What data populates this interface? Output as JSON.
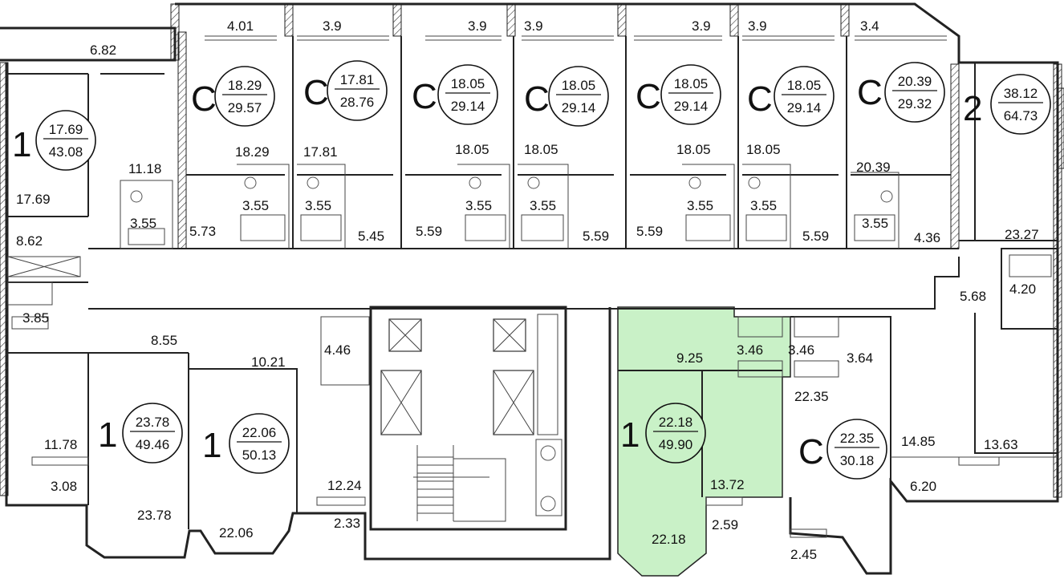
{
  "accent_color": "#c9f1c7",
  "units": [
    {
      "type": "C",
      "living": "18.29",
      "total": "29.57"
    },
    {
      "type": "C",
      "living": "17.81",
      "total": "28.76"
    },
    {
      "type": "C",
      "living": "18.05",
      "total": "29.14"
    },
    {
      "type": "C",
      "living": "18.05",
      "total": "29.14"
    },
    {
      "type": "C",
      "living": "18.05",
      "total": "29.14"
    },
    {
      "type": "C",
      "living": "18.05",
      "total": "29.14"
    },
    {
      "type": "C",
      "living": "20.39",
      "total": "29.32"
    },
    {
      "type": "2",
      "living": "38.12",
      "total": "64.73"
    },
    {
      "type": "1",
      "living": "17.69",
      "total": "43.08"
    },
    {
      "type": "1",
      "living": "23.78",
      "total": "49.46"
    },
    {
      "type": "1",
      "living": "22.06",
      "total": "50.13"
    },
    {
      "type": "1",
      "living": "22.18",
      "total": "49.90",
      "highlighted": true
    },
    {
      "type": "C",
      "living": "22.35",
      "total": "30.18"
    }
  ],
  "room_areas": [
    "4.01",
    "3.9",
    "3.9",
    "3.9",
    "3.9",
    "3.9",
    "3.4",
    "6.82",
    "18.29",
    "17.81",
    "18.05",
    "18.05",
    "18.05",
    "18.05",
    "20.39",
    "11.18",
    "17.69",
    "3.55",
    "3.55",
    "3.55",
    "3.55",
    "3.55",
    "3.55",
    "3.55",
    "3.55",
    "5.73",
    "5.45",
    "5.59",
    "5.59",
    "5.59",
    "5.59",
    "4.36",
    "23.27",
    "8.62",
    "5.68",
    "4.20",
    "3.85",
    "8.55",
    "10.21",
    "4.46",
    "9.25",
    "3.46",
    "3.46",
    "3.64",
    "22.35",
    "11.78",
    "3.08",
    "23.78",
    "22.06",
    "12.24",
    "2.33",
    "14.85",
    "13.63",
    "6.20",
    "13.72",
    "2.59",
    "22.18",
    "2.45"
  ]
}
